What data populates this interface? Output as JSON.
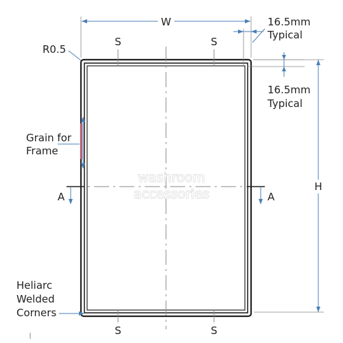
{
  "labels": {
    "width": "W",
    "height": "H",
    "radius": "R0.5",
    "typical_top_value": "16.5mm",
    "typical_top_word": "Typical",
    "typical_right_value": "16.5mm",
    "typical_right_word": "Typical",
    "section_s": "S",
    "section_a": "A",
    "grain_line1": "Grain for",
    "grain_line2": "Frame",
    "heliarc_line1": "Heliarc",
    "heliarc_line2": "Welded",
    "heliarc_line3": "Corners"
  },
  "watermark": {
    "line1": "washroom",
    "line2": "accessories"
  },
  "colors": {
    "line": "#222222",
    "dim": "#4a7fb8",
    "center": "#888888",
    "grain": "#c4607a"
  }
}
